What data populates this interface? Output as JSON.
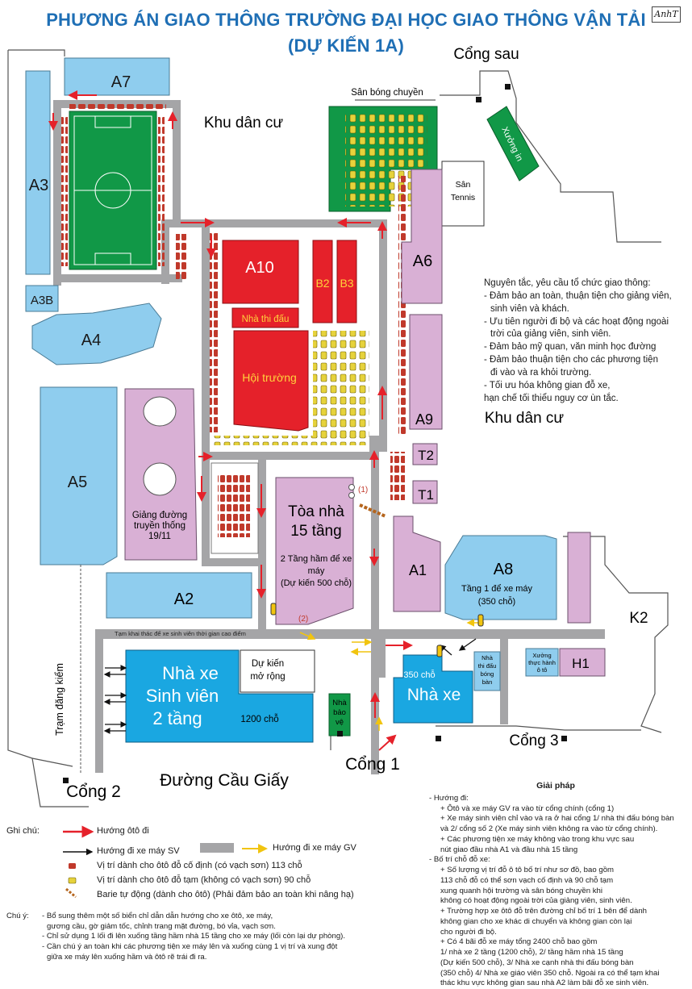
{
  "title_line1": "PHƯƠNG ÁN GIAO THÔNG TRƯỜNG ĐẠI HỌC GIAO THÔNG VẬN TẢI",
  "title_line2": "(DỰ KIẾN 1A)",
  "badge": "AnhT",
  "colors": {
    "road": "#a5a5a7",
    "light_blue": "#8fcdee",
    "pink": "#d9b0d5",
    "red": "#e5212a",
    "green": "#119847",
    "blue": "#1aa7e1",
    "arrow_red": "#e5212a",
    "arrow_yellow": "#f1c40f",
    "title": "#1f6fb5"
  },
  "labels": {
    "cong_sau": "Cổng sau",
    "san_bong_chuyen": "Sân bóng chuyền",
    "khu_dan_cu_1": "Khu dân cư",
    "khu_dan_cu_2": "Khu dân cư",
    "xuong_in": "Xưởng in",
    "san_tennis_1": "Sân",
    "san_tennis_2": "Tennis",
    "a7": "A7",
    "a3": "A3",
    "a3b": "A3B",
    "a4": "A4",
    "a5": "A5",
    "a10": "A10",
    "b2": "B2",
    "b3": "B3",
    "a6": "A6",
    "a9": "A9",
    "t2": "T2",
    "t1": "T1",
    "a1": "A1",
    "a2": "A2",
    "a8": "A8",
    "k2": "K2",
    "h1": "H1",
    "nha_thi_dau": "Nhà thi đấu",
    "hoi_truong": "Hội trường",
    "giang_duong_1": "Giảng đường",
    "giang_duong_2": "truyền thống",
    "giang_duong_3": "19/11",
    "toa_nha_1": "Tòa nhà",
    "toa_nha_2": "15 tầng",
    "ham_1": "2 Tầng hầm để xe",
    "ham_2": "máy",
    "ham_3": "(Dự kiến 500 chỗ)",
    "marker_1": "(1)",
    "marker_2": "(2)",
    "a8_note_1": "Tầng 1 để xe máy",
    "a8_note_2": "(350 chỗ)",
    "tram_dang_kiem": "Trạm đăng kiểm",
    "tam_khai_thac": "Tạm khai thác để xe sinh viên thời gian cao điểm",
    "nha_xe_sv_1": "Nhà xe",
    "nha_xe_sv_2": "Sinh viên",
    "nha_xe_sv_3": "2 tầng",
    "cho_1200": "1200 chỗ",
    "du_kien_1": "Dự kiến",
    "du_kien_2": "mở rộng",
    "nha_bao_ve_1": "Nhà",
    "nha_bao_ve_2": "bảo",
    "nha_bao_ve_3": "vệ",
    "cho_350": "350 chỗ",
    "nha_xe_gv": "Nhà xe",
    "ntd_bong_ban_1": "Nhà",
    "ntd_bong_ban_2": "thi đấu",
    "ntd_bong_ban_3": "bóng",
    "ntd_bong_ban_4": "bàn",
    "xuong_th_1": "Xưởng",
    "xuong_th_2": "thực hành",
    "xuong_th_3": "ô tô",
    "cong_1": "Cổng 1",
    "cong_2": "Cổng 2",
    "cong_3": "Cổng 3",
    "duong_cau_giay": "Đường Cầu Giấy"
  },
  "principles": {
    "heading": "Nguyên tắc, yêu cầu tổ chức giao thông:",
    "lines": [
      "- Đảm bảo an toàn, thuận tiện cho giảng viên,",
      "  sinh viên và khách.",
      "- Ưu tiên người đi bộ và các hoạt động ngoài",
      "  trời của giảng viên, sinh viên.",
      "- Đảm bảo mỹ quan, văn minh học đường",
      "- Đảm bảo thuận tiện cho các phương tiện",
      "  đi vào và ra khỏi trường.",
      "- Tối ưu hóa không gian đỗ xe,",
      "hạn chế tối thiểu nguy cơ ùn tắc."
    ]
  },
  "legend": {
    "ghi_chu": "Ghi chú:",
    "oto": "Hướng ôtô đi",
    "xe_may_sv": "Hướng đi xe máy SV",
    "xe_may_gv": "Hướng đi xe máy GV",
    "co_dinh": "Vị trí dành cho ôtô đỗ cố định (có vạch sơn) 113 chỗ",
    "tam": "Vị trí dành cho ôtô đỗ tạm (không có vạch sơn) 90 chỗ",
    "barie": "Barie tự động (dành cho ôtô) (Phải đảm bảo an toàn khi nâng hạ)"
  },
  "notes": {
    "label": "Chú ý:",
    "lines": [
      "- Bổ sung thêm một số biển chỉ dẫn dẫn hướng cho xe ôtô, xe máy,",
      "  gương cầu, gờ giảm tốc, chỉnh trang mặt đường, bó vỉa, vạch sơn.",
      "- Chỉ sử dụng 1 lối đi lên xuống tầng hầm nhà 15 tầng  cho xe máy (lối còn lại dự phòng).",
      "- Cần chú ý an toàn khi các phương tiện xe máy lên và xuống cùng 1 vị trí và xung đột",
      "  giữa xe máy lên xuống hầm và ôtô rẽ trái đi ra."
    ]
  },
  "solution": {
    "heading": "Giải pháp",
    "lines": [
      {
        "lvl": 1,
        "text": "- Hướng đi:"
      },
      {
        "lvl": 2,
        "text": "+ Ôtô và xe máy GV  ra vào từ cổng chính (cổng 1)"
      },
      {
        "lvl": 2,
        "text": "+  Xe máy sinh viên chỉ vào và ra ở hai cổng 1/ nhà thi đấu bóng bàn"
      },
      {
        "lvl": 2,
        "text": "   và 2/ cổng số 2 (Xe máy sinh viên không ra vào từ cổng chính)."
      },
      {
        "lvl": 2,
        "text": "+ Các phương tiện xe máy không vào trong khu vực sau"
      },
      {
        "lvl": 2,
        "text": "   nút giao đầu nhà A1 và đầu nhà 15 tầng"
      },
      {
        "lvl": 1,
        "text": "- Bố trí chỗ đỗ xe:"
      },
      {
        "lvl": 2,
        "text": "+ Số lượng vị trí đỗ ô tô bố trí như sơ đồ, bao gồm"
      },
      {
        "lvl": 2,
        "text": "113 chỗ đỗ có thể sơn vạch cố định và 90 chỗ tạm"
      },
      {
        "lvl": 2,
        "text": "xung quanh hội trường và sân bóng chuyền khi"
      },
      {
        "lvl": 2,
        "text": "không có hoạt động ngoài trời của giảng viên, sinh viên."
      },
      {
        "lvl": 2,
        "text": "+ Trường hợp xe ôtô đỗ trên đường chỉ bố trí 1 bên để dành"
      },
      {
        "lvl": 2,
        "text": "  không gian cho xe khác di chuyển và không gian còn lại"
      },
      {
        "lvl": 2,
        "text": "cho người đi bộ."
      },
      {
        "lvl": 2,
        "text": "+ Có 4 bãi đỗ xe máy tổng 2400 chỗ bao gồm"
      },
      {
        "lvl": 2,
        "text": "  1/ nhà xe 2 tầng (1200 chỗ), 2/ tầng hầm nhà 15 tầng"
      },
      {
        "lvl": 2,
        "text": "(Dự kiến 500 chỗ), 3/ Nhà xe cạnh nhà thi đấu bóng bàn"
      },
      {
        "lvl": 2,
        "text": "(350 chỗ) 4/ Nhà xe giáo viên 350 chỗ. Ngoài ra có thể tạm khai"
      },
      {
        "lvl": 2,
        "text": "thác khu vực không gian sau nhà A2 làm bãi đỗ xe sinh viên."
      }
    ]
  }
}
